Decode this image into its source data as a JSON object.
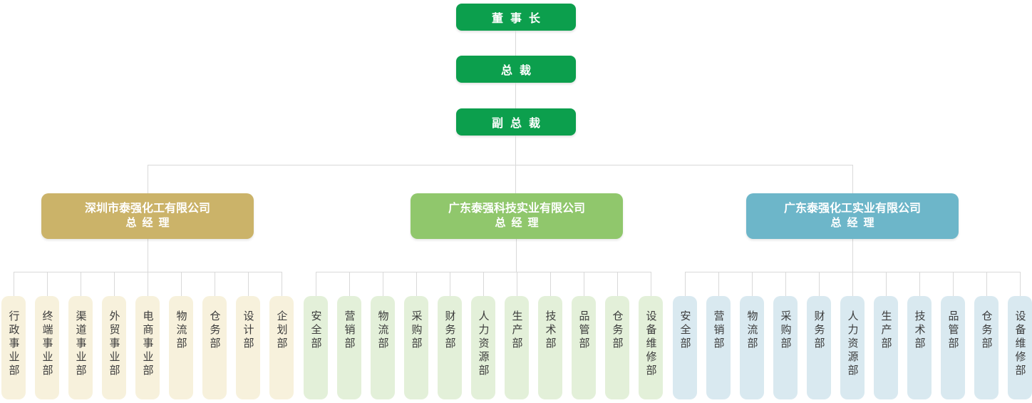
{
  "colors": {
    "executive_green": "#0C9F4D",
    "connector_gray": "#D9D9D9",
    "dept_text": "#3C3C3C"
  },
  "executives": [
    {
      "label": "董事长"
    },
    {
      "label": "总裁"
    },
    {
      "label": "副总裁"
    }
  ],
  "branches": [
    {
      "name": "深圳市泰强化工有限公司",
      "title": "总经理",
      "color": "#CBB369",
      "dept_color": "#F7F1DC",
      "departments": [
        "行政事业部",
        "终端事业部",
        "渠道事业部",
        "外贸事业部",
        "电商事业部",
        "物流部",
        "仓务部",
        "设计部",
        "企划部"
      ]
    },
    {
      "name": "广东泰强科技实业有限公司",
      "title": "总经理",
      "color": "#90C76C",
      "dept_color": "#E3F0D9",
      "departments": [
        "安全部",
        "营销部",
        "物流部",
        "采购部",
        "财务部",
        "人力资源部",
        "生产部",
        "技术部",
        "品管部",
        "仓务部",
        "设备维修部"
      ]
    },
    {
      "name": "广东泰强化工实业有限公司",
      "title": "总经理",
      "color": "#6DB6C9",
      "dept_color": "#D9E9F0",
      "departments": [
        "安全部",
        "营销部",
        "物流部",
        "采购部",
        "财务部",
        "人力资源部",
        "生产部",
        "技术部",
        "品管部",
        "仓务部",
        "设备维修部"
      ]
    }
  ]
}
